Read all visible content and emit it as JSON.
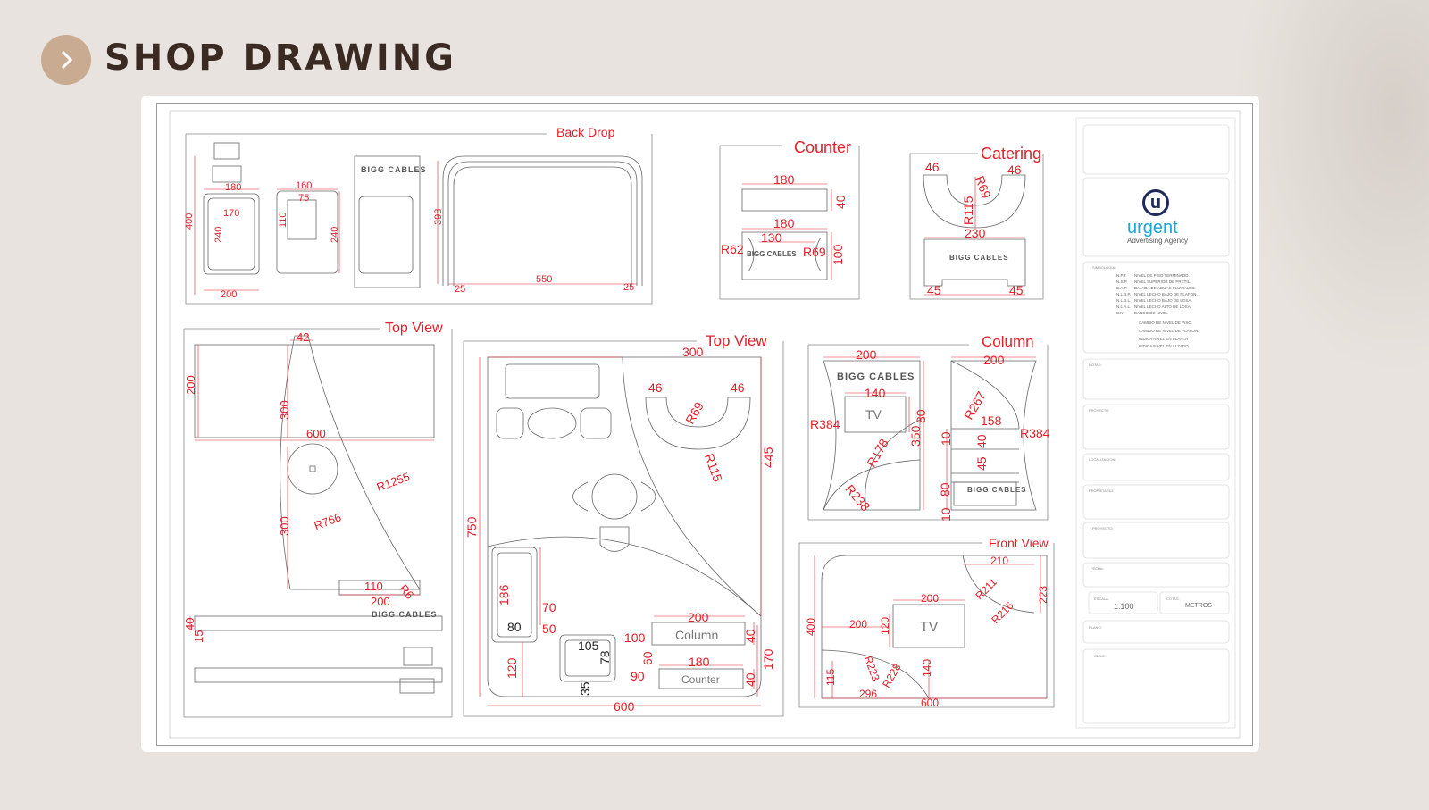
{
  "header": {
    "title": "SHOP DRAWING",
    "icon": "chevron-right-icon"
  },
  "colors": {
    "dimension": "#e0202a",
    "accent": "#c9ab92",
    "title": "#3a2a22"
  },
  "views": {
    "back_drop": "Back Drop",
    "counter": "Counter",
    "catering": "Catering",
    "top_view_left": "Top View",
    "top_view_center": "Top View",
    "column": "Column",
    "front_view": "Front View"
  },
  "brand_text": "BIGG CABLES",
  "labels": {
    "tv": "TV",
    "column": "Column",
    "counter": "Counter"
  },
  "dims": {
    "back_drop": [
      "180",
      "170",
      "400",
      "240",
      "200",
      "160",
      "75",
      "110",
      "240",
      "398",
      "550",
      "25",
      "25"
    ],
    "counter": [
      "180",
      "40",
      "180",
      "130",
      "R62",
      "R69",
      "100"
    ],
    "catering": [
      "46",
      "46",
      "R69",
      "R115",
      "230",
      "45",
      "45"
    ],
    "top_left": [
      "42",
      "200",
      "300",
      "600",
      "R1255",
      "R766",
      "300",
      "110",
      "200",
      "R6",
      "40",
      "15"
    ],
    "top_center": [
      "300",
      "46",
      "46",
      "R69",
      "R115",
      "445",
      "750",
      "186",
      "80",
      "70",
      "50",
      "105",
      "78",
      "100",
      "200",
      "40",
      "60",
      "180",
      "90",
      "40",
      "120",
      "35",
      "170",
      "600"
    ],
    "column": [
      "200",
      "200",
      "140",
      "80",
      "R384",
      "350",
      "R178",
      "R238",
      "R267",
      "158",
      "R384",
      "10",
      "40",
      "45",
      "80",
      "10"
    ],
    "front": [
      "210",
      "R211",
      "R216",
      "223",
      "200",
      "200",
      "120",
      "400",
      "R223",
      "R228",
      "140",
      "115",
      "296",
      "600"
    ]
  },
  "title_block": {
    "logo": {
      "name": "urgent",
      "tagline": "Advertising Agency"
    },
    "simbologia_label": "SIMBOLOGIA:",
    "symbols": [
      {
        "code": "N.P.T.",
        "desc": "NIVEL DE PISO TERMINADO."
      },
      {
        "code": "N.S.P.",
        "desc": "NIVEL SUPERIOR DE PRETIL."
      },
      {
        "code": "B.A.P.",
        "desc": "BAJADA DE AGUAS PLUVIALES."
      },
      {
        "code": "N.L.B.P.",
        "desc": "NIVEL LECHO BAJO DE PLAFON."
      },
      {
        "code": "N.L.B.L.",
        "desc": "NIVEL LECHO BAJO DE LOSA."
      },
      {
        "code": "N.L.A.L.",
        "desc": "NIVEL LECHO ALTO DE LOSA."
      },
      {
        "code": "B.N.",
        "desc": "BANCO DE NIVEL"
      }
    ],
    "symbol_notes": [
      "CAMBIO DE NIVEL DE PISO.",
      "CAMBIO DE NIVEL DE PLAFON.",
      "INDICA NIVEL EN PLANTA",
      "INDICA NIVEL EN ALZADO"
    ],
    "fields": {
      "notas": "NOTAS:",
      "proyecto": "PROYECTO:",
      "localizacion": "LOCALIZACION:",
      "propietario": "PROPIETARIO:",
      "proyecto2": "PROYECTO:",
      "fecha": "FECHA:",
      "escala": "ESCALA:",
      "cotas": "COTAS:",
      "plano": "PLANO:",
      "clave": "CLAVE:"
    },
    "escala_value": "1:100",
    "cotas_value": "METROS"
  }
}
